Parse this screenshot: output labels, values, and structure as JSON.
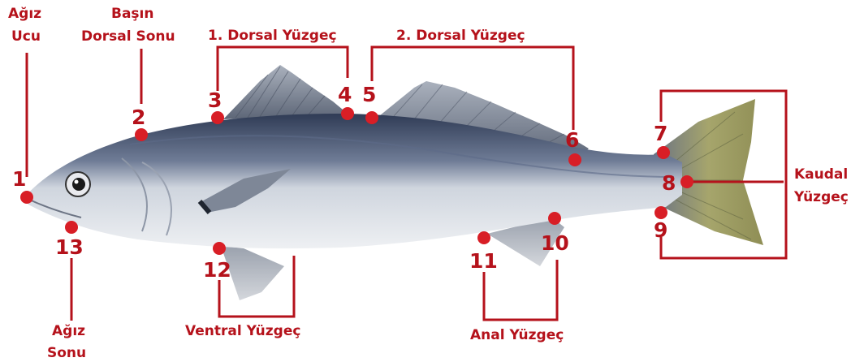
{
  "colors": {
    "accent": "#b5121b",
    "point": "#d81e26",
    "fish_back": "#3f4d66",
    "fish_belly": "#e8ebef",
    "tail": "#9c9e5e"
  },
  "labels": {
    "agiz_ucu": [
      "Ağız",
      "Ucu"
    ],
    "basin_dorsal_sonu": [
      "Başın",
      "Dorsal Sonu"
    ],
    "dorsal1": "1. Dorsal Yüzgeç",
    "dorsal2": "2. Dorsal Yüzgeç",
    "kaudal": [
      "Kaudal",
      "Yüzgeç"
    ],
    "agiz_sonu": [
      "Ağız",
      "Sonu"
    ],
    "ventral": "Ventral Yüzgeç",
    "anal": "Anal Yüzgeç"
  },
  "points": [
    "1",
    "2",
    "3",
    "4",
    "5",
    "6",
    "7",
    "8",
    "9",
    "10",
    "11",
    "12",
    "13"
  ]
}
